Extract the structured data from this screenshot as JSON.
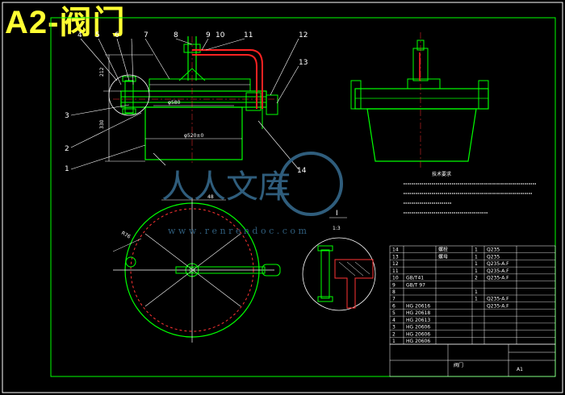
{
  "title": "A2-阀门",
  "part_labels": [
    "1",
    "2",
    "3",
    "4",
    "5",
    "6",
    "7",
    "8",
    "9",
    "10",
    "11",
    "12",
    "13",
    "14"
  ],
  "dimensions": {
    "height_top": "212",
    "height_total": "330",
    "flange_dia": "φ580",
    "body_dia": "φ520±0",
    "view_width": "48",
    "radius": "R76",
    "detail_mark": "I",
    "detail_scale": "1:3"
  },
  "tech_req_title": "技术要求",
  "watermark": {
    "main": "人人文库",
    "url": "w w w . r e n r e n d o c . c o m"
  },
  "bom_rows": [
    [
      "14",
      "",
      "螺栓",
      "1",
      "Q235",
      ""
    ],
    [
      "13",
      "",
      "螺母",
      "1",
      "Q235",
      ""
    ],
    [
      "12",
      "",
      "",
      "1",
      "Q235-A.F",
      ""
    ],
    [
      "11",
      "",
      "",
      "1",
      "Q235-A.F",
      ""
    ],
    [
      "10",
      "GB/T41",
      "",
      "2",
      "Q235-A.F",
      ""
    ],
    [
      "9",
      "GB/T 97",
      "",
      "",
      "",
      ""
    ],
    [
      "8",
      "",
      "",
      "1",
      "",
      ""
    ],
    [
      "7",
      "",
      "",
      "1",
      "Q235-A.F",
      ""
    ],
    [
      "6",
      "HG 20616",
      "",
      "",
      "Q235-A.F",
      ""
    ],
    [
      "5",
      "HG 20618",
      "",
      "",
      "",
      ""
    ],
    [
      "4",
      "HG 20613",
      "",
      "",
      "",
      ""
    ],
    [
      "3",
      "HG 20606",
      "",
      "",
      "",
      ""
    ],
    [
      "2",
      "HG 20606",
      "",
      "",
      "",
      ""
    ],
    [
      "1",
      "HG 20606",
      "",
      "",
      "",
      ""
    ]
  ],
  "title_block": {
    "drawing_name": "阀门",
    "sheet": "A1"
  }
}
